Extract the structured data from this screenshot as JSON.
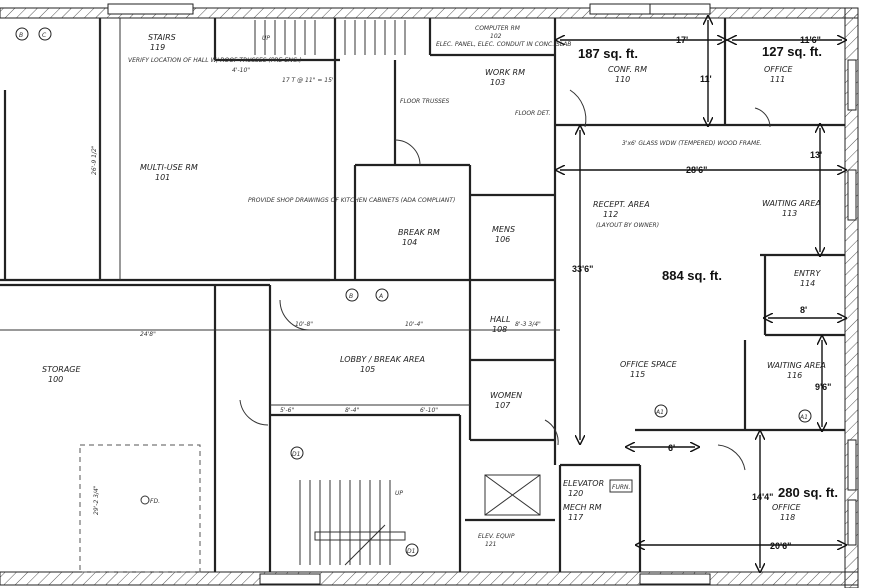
{
  "rooms": {
    "storage": {
      "name": "STORAGE",
      "number": "100"
    },
    "multi_use": {
      "name": "MULTI-USE RM",
      "number": "101"
    },
    "computer": {
      "name": "COMPUTER RM",
      "number": "102"
    },
    "work": {
      "name": "WORK RM",
      "number": "103"
    },
    "break": {
      "name": "BREAK RM",
      "number": "104"
    },
    "lobby": {
      "name": "LOBBY / BREAK AREA",
      "number": "105"
    },
    "mens": {
      "name": "MENS",
      "number": "106"
    },
    "womens": {
      "name": "WOMEN",
      "number": "107"
    },
    "hall": {
      "name": "HALL",
      "number": "108"
    },
    "conf": {
      "name": "CONF. RM",
      "number": "110",
      "area": "187 sq. ft."
    },
    "office111": {
      "name": "OFFICE",
      "number": "111",
      "area": "127 sq. ft."
    },
    "recept": {
      "name": "RECEPT. AREA",
      "number": "112",
      "note": "(LAYOUT BY OWNER)"
    },
    "waiting113": {
      "name": "WAITING AREA",
      "number": "113"
    },
    "entry": {
      "name": "ENTRY",
      "number": "114"
    },
    "office_space": {
      "name": "OFFICE SPACE",
      "number": "115",
      "area": "884 sq. ft."
    },
    "waiting116": {
      "name": "WAITING AREA",
      "number": "116"
    },
    "mech": {
      "name": "MECH RM",
      "number": "117"
    },
    "office118": {
      "name": "OFFICE",
      "number": "118",
      "area": "280 sq. ft."
    },
    "stairs": {
      "name": "STAIRS",
      "number": "119"
    },
    "elevator": {
      "name": "ELEVATOR",
      "number": "120"
    },
    "elev_equip": {
      "name": "ELEV. EQUIP",
      "number": "121"
    }
  },
  "dimensions": {
    "conf_width": "17'",
    "conf_depth": "11'",
    "office111_width": "11'6\"",
    "corridor_depth": "13'",
    "recept_width": "28'6\"",
    "office_space_depth": "33'6\"",
    "entry_width": "8'",
    "waiting116_width": "9'6\"",
    "office118_depth": "14'4\"",
    "office118_width": "20'6\"",
    "office115_6": "6'",
    "storage_width": "24'8\"",
    "storage_depth": "29'-2 3/4\"",
    "multi_depth": "26'-9 1/2\"",
    "lobby_w1": "10'-8\"",
    "lobby_w2": "10'-4\"",
    "lobby_s1": "5'-6\"",
    "lobby_s2": "8'-4\"",
    "lobby_s3": "6'-10\"",
    "hall_dim": "8'-3 3/4\"",
    "stair_dim": "4'-10\"",
    "stair_run": "17 T @ 11\" = 15'"
  },
  "notes": {
    "stairs_note": "VERIFY LOCATION OF HALL W/ ROOF TRUSSES (PRE-ENG.)",
    "kitchen_note": "PROVIDE SHOP DRAWINGS OF KITCHEN CABINETS (ADA COMPLIANT)",
    "glass_note": "3'x6' GLASS WDW (TEMPERED) WOOD FRAME.",
    "computer_note": "ELEC. PANEL, ELEC. CONDUIT IN CONC. SLAB",
    "floor_trusses": "FLOOR TRUSSES",
    "floor_det": "FLOOR DET.",
    "up": "UP",
    "fd": "FD.",
    "furn": "FURN.",
    "tags": [
      "B",
      "C",
      "A",
      "B",
      "A1",
      "D1"
    ]
  }
}
